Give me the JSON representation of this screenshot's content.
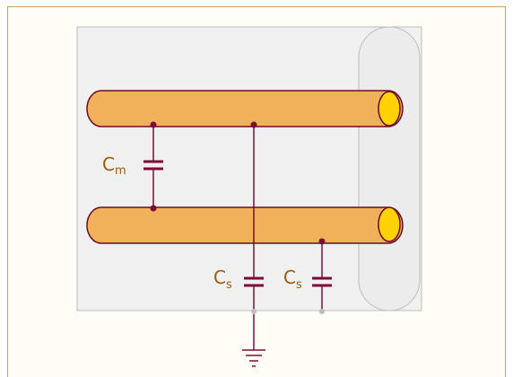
{
  "labels": {
    "mutual_capacitor": {
      "main": "C",
      "sub": "m"
    },
    "self_capacitor_1": {
      "main": "C",
      "sub": "s"
    },
    "self_capacitor_2": {
      "main": "C",
      "sub": "s"
    }
  },
  "colors": {
    "background": "#fffdf6",
    "frame_border": "#c8a061",
    "substrate": "#f0f0f0",
    "substrate_border": "#bdbdbd",
    "conductor_fill": "#f0b15a",
    "conductor_stroke": "#6e0a28",
    "conductor_end": "#ffd200",
    "wire": "#7a0c3a",
    "label": "#9a5a10",
    "ground": "#7a0c3a"
  },
  "icons": {
    "ground": "ground-symbol-icon",
    "capacitor": "capacitor-icon"
  }
}
